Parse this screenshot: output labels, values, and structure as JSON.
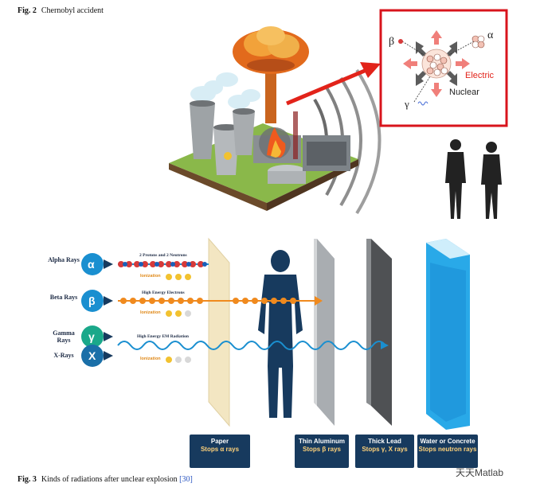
{
  "fig2": {
    "label": "Fig. 2",
    "title": "Chernobyl accident",
    "inset": {
      "beta": "β",
      "alpha": "α",
      "gamma": "γ",
      "electric": "Electric",
      "nuclear": "Nuclear"
    }
  },
  "fig3": {
    "label": "Fig. 3",
    "title": "Kinds of radiations after unclear explosion",
    "ref": "[30]",
    "rays": [
      {
        "name": "Alpha Rays",
        "symbol": "α",
        "desc": "2 Protons and 2 Neutrons",
        "ionization": "Ionization"
      },
      {
        "name": "Beta Rays",
        "symbol": "β",
        "desc": "High Energy Electrons",
        "ionization": "Ionization"
      },
      {
        "name": "Gamma Rays",
        "symbol": "γ",
        "desc": "High Energy EM Radiation",
        "ionization": "Ionization"
      },
      {
        "name": "X-Rays",
        "symbol": "X",
        "desc": "",
        "ionization": ""
      }
    ],
    "barriers": [
      {
        "title": "Paper",
        "sub": "Stops α rays"
      },
      {
        "title": "Thin Aluminum",
        "sub": "Stops β rays"
      },
      {
        "title": "Thick Lead",
        "sub": "Stops γ, X rays"
      },
      {
        "title": "Water or Concrete",
        "sub": "Stops neutron rays"
      }
    ]
  },
  "watermark": "天天Matlab",
  "colors": {
    "inset_border": "#d8141c",
    "arrow_red": "#e2231a",
    "ray_blue": "#1a8fd0",
    "alpha_red": "#d63a3a",
    "beta_orange": "#f08a1e",
    "barrier_navy": "#173a5e",
    "human": "#173a5e",
    "water": "#29a9e8"
  }
}
